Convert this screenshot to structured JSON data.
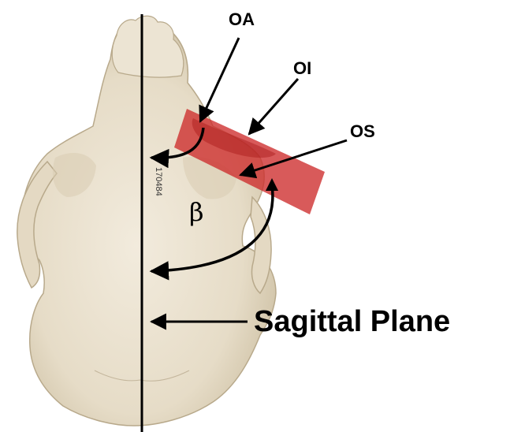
{
  "labels": {
    "oa": "OA",
    "oi": "OI",
    "os": "OS",
    "beta": "β",
    "sagittal_plane": "Sagittal Plane",
    "specimen_number": "170484"
  },
  "colors": {
    "bone": "#e9e0cd",
    "bone_shadow": "#c9bca2",
    "muscle": "#cd2b2b",
    "muscle_opacity": "0.78",
    "lines": "#000000"
  }
}
